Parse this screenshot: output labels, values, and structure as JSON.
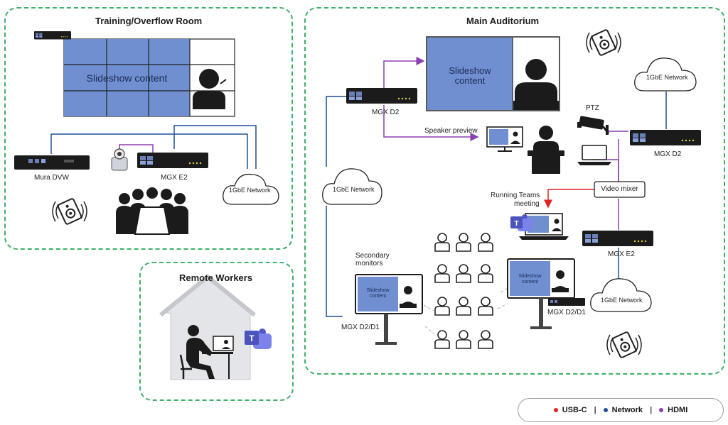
{
  "zones": {
    "training": {
      "title": "Training/Overflow Room"
    },
    "main": {
      "title": "Main Auditorium"
    },
    "remote": {
      "title": "Remote Workers"
    }
  },
  "labels": {
    "slideshow_training": "Slideshow content",
    "mura_dvw": "Mura DVW",
    "mgx_e2_training": "MGX E2",
    "network_training": "1GbE Network",
    "mgx_d2_top": "MGX D2",
    "slideshow_main_line1": "Slideshow",
    "slideshow_main_line2": "content",
    "speaker_preview": "Speaker preview",
    "network_main_left": "1GbE Network",
    "network_main_right": "1GbE Network",
    "ptz": "PTZ",
    "mgx_d2_right": "MGX D2",
    "video_mixer": "Video mixer",
    "running_teams_line1": "Running Teams",
    "running_teams_line2": "meeting",
    "mgx_e2_main": "MGX E2",
    "secondary_monitors_line1": "Secondary",
    "secondary_monitors_line2": "monitors",
    "slideshow_small_line1": "Slideshow",
    "slideshow_small_line2": "content",
    "mgx_d2d1_left": "MGX D2/D1",
    "mgx_d2d1_right": "MGX D2/D1",
    "network_bottom_right": "1GbE Network"
  },
  "legend": [
    {
      "label": "USB-C",
      "color": "#e02424"
    },
    {
      "label": "Network",
      "color": "#1f4e96"
    },
    {
      "label": "HDMI",
      "color": "#8a3fb0"
    }
  ],
  "colors": {
    "network": "#1f4e96",
    "hdmi": "#8a3fb0",
    "usbc": "#e02424",
    "zone_border": "#3db06a",
    "slide_blue": "#6f8fd0"
  }
}
